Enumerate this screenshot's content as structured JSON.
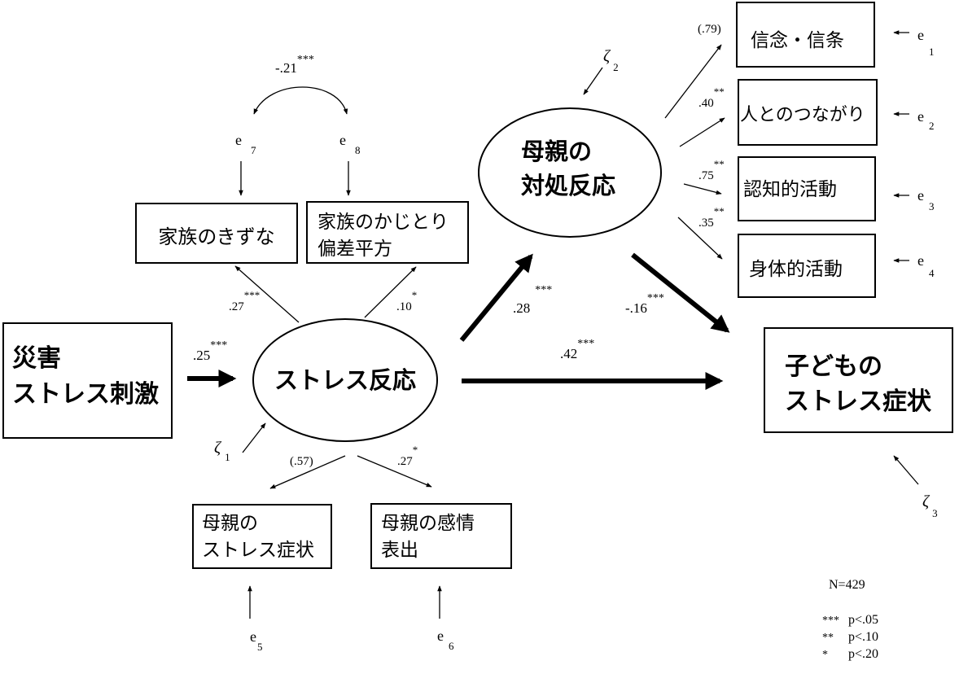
{
  "nodes": {
    "disaster": [
      "災害",
      "ストレス刺激"
    ],
    "stress_response": "ストレス反応",
    "coping": [
      "母親の",
      "対処反応"
    ],
    "child_symptoms": [
      "子どもの",
      "ストレス症状"
    ],
    "family_bond": "家族のきずな",
    "family_steering": [
      "家族のかじとり",
      "偏差平方"
    ],
    "mother_symptoms": [
      "母親の",
      "ストレス症状"
    ],
    "mother_emotion": [
      "母親の感情",
      "表出"
    ],
    "belief": "信念・信条",
    "connection": "人とのつながり",
    "cognitive": "認知的活動",
    "physical": "身体的活動"
  },
  "paths": {
    "disaster_to_stress": {
      "value": ".25",
      "sig": "***"
    },
    "stress_to_coping": {
      "value": ".28",
      "sig": "***"
    },
    "stress_to_child": {
      "value": ".42",
      "sig": "***"
    },
    "coping_to_child": {
      "value": "-.16",
      "sig": "***"
    },
    "stress_to_bond": {
      "value": ".27",
      "sig": "***"
    },
    "stress_to_steering": {
      "value": ".10",
      "sig": "*"
    },
    "stress_to_mother_symptoms": {
      "value": "(.57)",
      "sig": ""
    },
    "stress_to_emotion": {
      "value": ".27",
      "sig": "*"
    },
    "coping_to_belief": {
      "value": "(.79)",
      "sig": ""
    },
    "coping_to_connection": {
      "value": ".40",
      "sig": "**"
    },
    "coping_to_cognitive": {
      "value": ".75",
      "sig": "**"
    },
    "coping_to_physical": {
      "value": ".35",
      "sig": "**"
    },
    "e7_e8": {
      "value": "-.21",
      "sig": "***"
    }
  },
  "errors": {
    "e": "e",
    "zeta": "ζ",
    "e1": "1",
    "e2": "2",
    "e3": "3",
    "e4": "4",
    "e5": "5",
    "e6": "6",
    "e7": "7",
    "e8": "8",
    "z1": "1",
    "z2": "2",
    "z3": "3"
  },
  "footer": {
    "n": "N=429",
    "legend": [
      {
        "stars": "***",
        "text": "p<.05"
      },
      {
        "stars": "**",
        "text": "p<.10"
      },
      {
        "stars": "*",
        "text": "p<.20"
      }
    ]
  }
}
